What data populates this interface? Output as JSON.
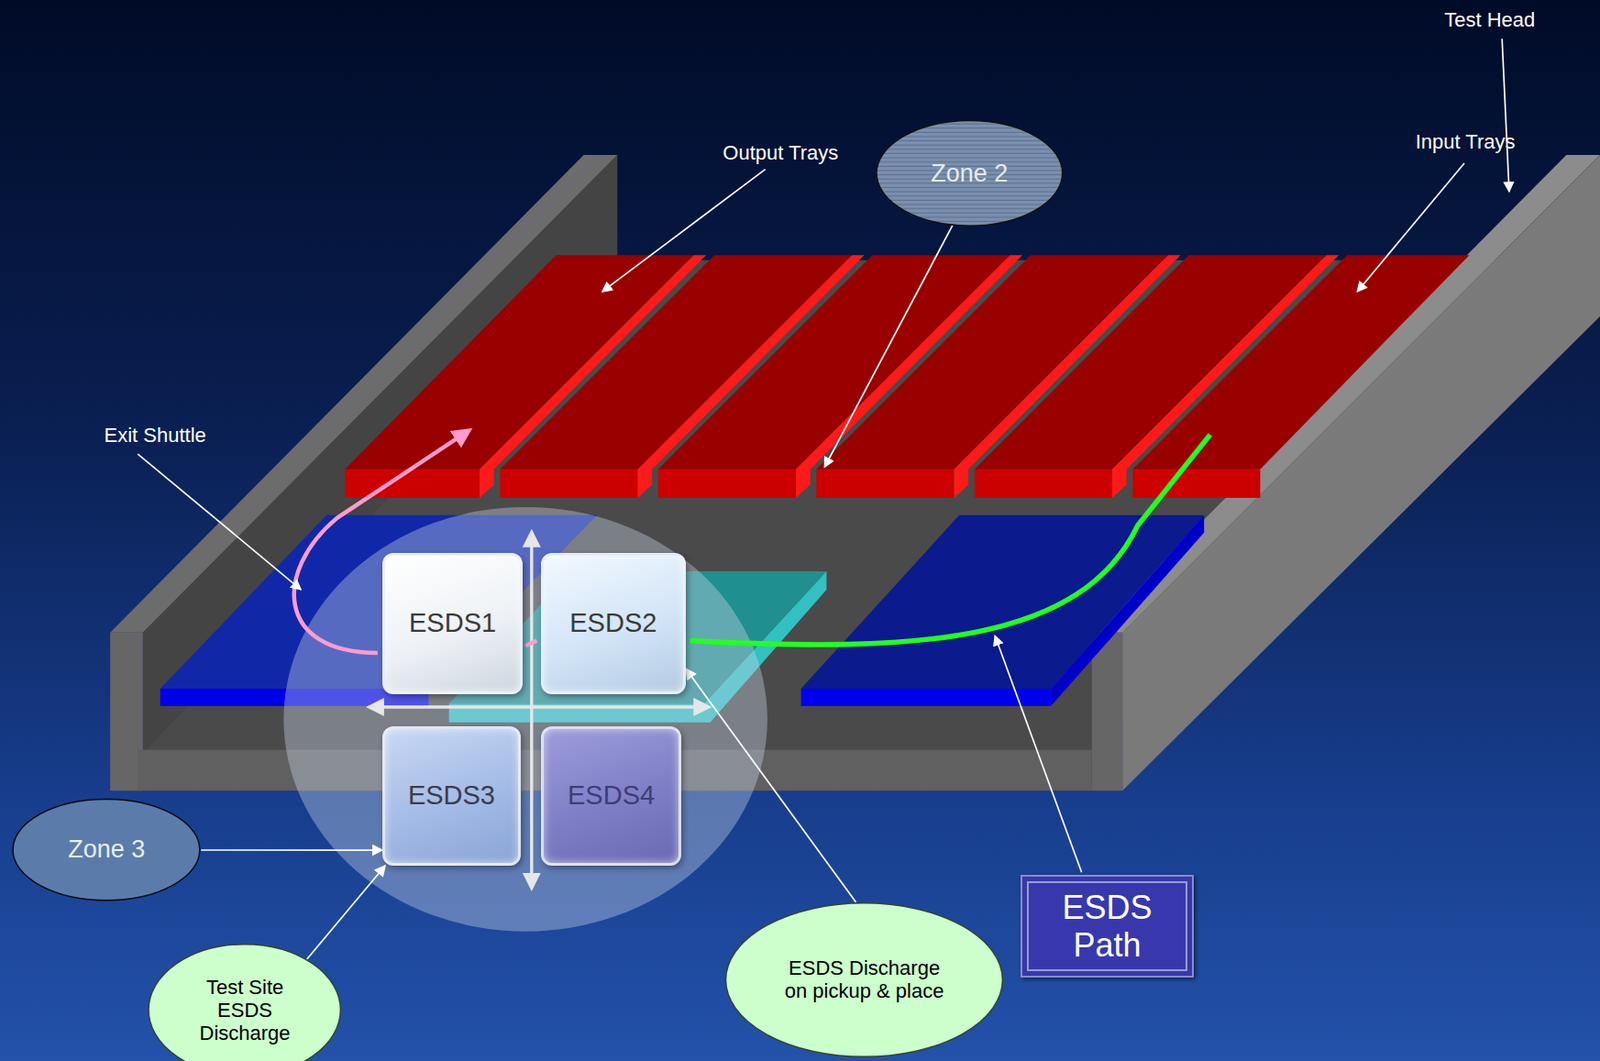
{
  "diagram": {
    "nodes": [
      {
        "text": [
          "Zone 2"
        ]
      },
      {
        "text": [
          "ESDS1"
        ]
      },
      {
        "text": [
          "ESDS2"
        ]
      },
      {
        "text": [
          "ESDS3"
        ]
      },
      {
        "text": [
          "ESDS4"
        ]
      },
      {
        "text": [
          "Zone 3"
        ]
      },
      {
        "text": [
          "Test Site ESDS Discharge"
        ]
      },
      {
        "text": [
          "ESDS Discharge on pickup & place"
        ]
      },
      {
        "text": [
          "ESDS Path"
        ]
      }
    ],
    "edges": [
      {
        "from": 5,
        "to": 3,
        "arrow": "to"
      },
      {
        "from": 6,
        "to": 3,
        "arrow": "to"
      },
      {
        "from": 7,
        "to": 2,
        "arrow": "to"
      }
    ],
    "labels": [
      "Test Head",
      "Output Trays",
      "Input Trays",
      "Exit Shuttle"
    ]
  }
}
